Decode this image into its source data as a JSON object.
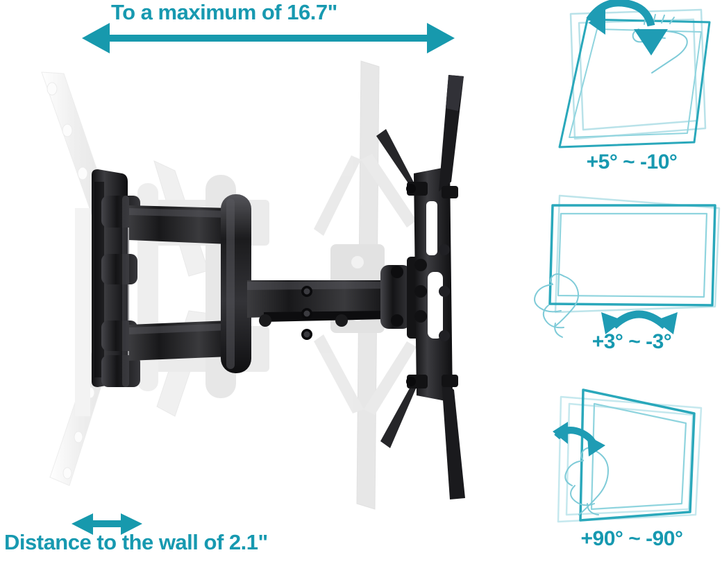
{
  "image": {
    "kind": "product-specification-diagram",
    "subject": "full-motion articulating TV wall mount",
    "background_color": "#ffffff",
    "accent_color": "#1799b0",
    "hardware_color": "#2b2b2b",
    "ghost_color": "#d9d9d9"
  },
  "dimensions": {
    "extension": {
      "label": "To a maximum of 16.7\"",
      "value": 16.7,
      "unit": "in",
      "arrow": "double-headed-horizontal"
    },
    "wall_distance": {
      "label": "Distance to the wall of 2.1\"",
      "value": 2.1,
      "unit": "in",
      "arrow": "double-headed-horizontal-small"
    }
  },
  "motion_panels": [
    {
      "id": "tilt",
      "label": "+5° ~ -10°",
      "min": -10,
      "max": 5,
      "unit": "deg",
      "motion": "tilt",
      "arrow": "curved-down-single",
      "icon": "tilting-screen-with-hand-icon"
    },
    {
      "id": "level",
      "label": "+3° ~ -3°",
      "min": -3,
      "max": 3,
      "unit": "deg",
      "motion": "level-rotation",
      "arrow": "arc-double-headed",
      "icon": "rotating-screen-with-hand-icon"
    },
    {
      "id": "swivel",
      "label": "+90° ~ -90°",
      "min": -90,
      "max": 90,
      "unit": "deg",
      "motion": "swivel",
      "arrow": "swivel-double-headed",
      "icon": "swiveling-screen-with-hand-icon"
    }
  ],
  "product_illustration": {
    "name": "articulating-tv-mount-photo",
    "parts": [
      "wall-plate",
      "upper-articulating-arm",
      "lower-articulating-arm",
      "extension-arm",
      "tilt-head",
      "tv-bracket-with-extension-arms"
    ],
    "ghost_overlays": [
      "retracted-position-ghost",
      "mid-position-ghost"
    ]
  }
}
